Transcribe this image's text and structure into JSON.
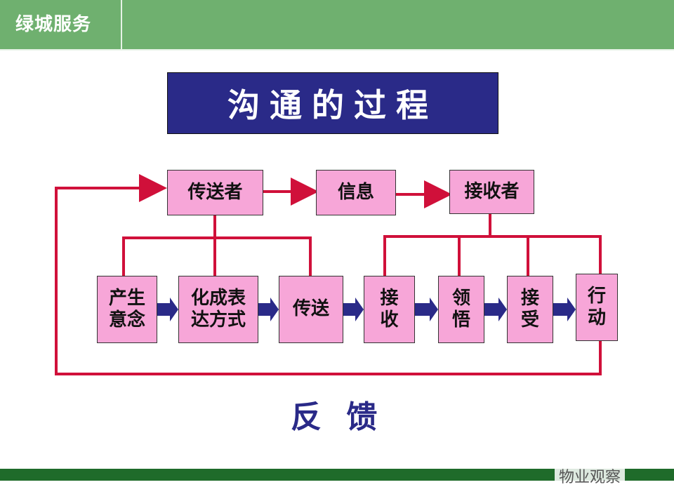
{
  "header": {
    "brand": "绿城服务"
  },
  "title": "沟通的过程",
  "diagram": {
    "top_row": [
      {
        "id": "sender",
        "label": "传送者"
      },
      {
        "id": "message",
        "label": "信息"
      },
      {
        "id": "receiver",
        "label": "接收者"
      }
    ],
    "steps": [
      {
        "id": "intent",
        "label": "产生\n意念"
      },
      {
        "id": "encode",
        "label": "化成表\n达方式"
      },
      {
        "id": "transmit",
        "label": "传送"
      },
      {
        "id": "receive",
        "label": "接\n收"
      },
      {
        "id": "understand",
        "label": "领\n悟"
      },
      {
        "id": "accept",
        "label": "接\n受"
      },
      {
        "id": "act",
        "label": "行\n动"
      }
    ],
    "feedback_label": "反 馈",
    "colors": {
      "box": "#f7a6d8",
      "line": "#d0103a",
      "arrow": "#2a2a88",
      "title": "#2a2a88"
    }
  },
  "watermark": "物业观察"
}
